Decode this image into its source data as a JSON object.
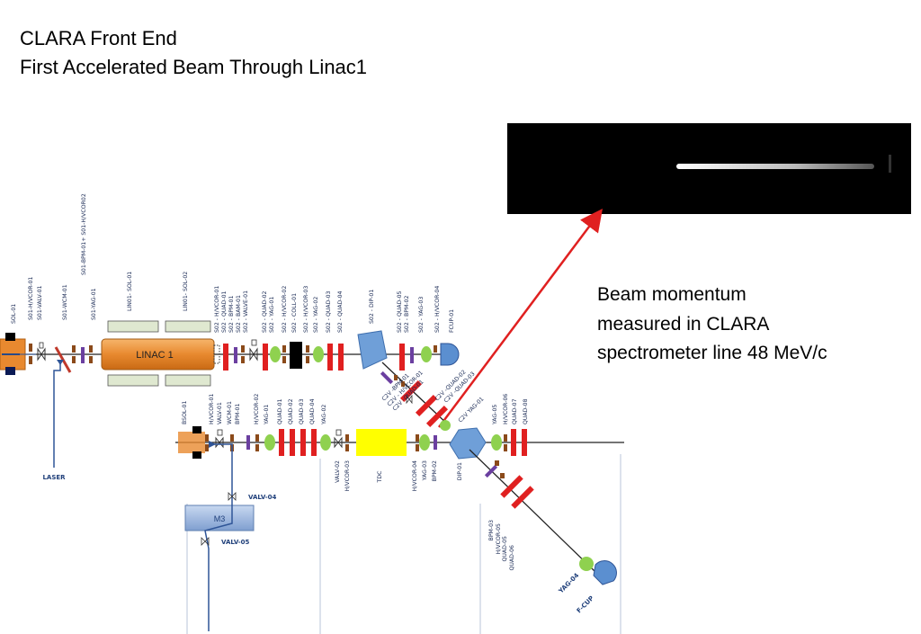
{
  "header": {
    "title": "CLARA Front End",
    "subtitle": "First Accelerated  Beam Through Linac1"
  },
  "annotation": {
    "line1": "Beam momentum",
    "line2": "measured  in CLARA",
    "line3": "spectrometer line 48 MeV/c"
  },
  "diagram": {
    "linac_label": "LINAC 1",
    "tdc_label": "TDC",
    "m3_label": "M3",
    "laser_label": "LASER",
    "valv04_label": "VALV-04",
    "valv05_label": "VALV-05",
    "yag04_label": "YAG-04",
    "fcup_label": "F-CUP",
    "upper_labels": [
      "SOL-01",
      "S01-H/VCOR-01",
      "S01-VALV-01",
      "S01-WCM-01",
      "S01-BPM-01+ S01-H/VCOR02",
      "S01-YAG-01",
      "LIN01- SOL-01",
      "LIN01- SOL-02",
      "S02 - H/VCOR-01",
      "S02 - QUAD-01",
      "S02 - BPM-01",
      "S02 - BAM-01",
      "S02 - VALVE-01",
      "S02 - QUAD-02",
      "S02 - YAG-01",
      "S02 - H/VCOR-02",
      "S02 - COLL-01",
      "S02 - H/VCOR-03",
      "S02 - YAG-02",
      "S02 - QUAD-03",
      "S02 - QUAD-04",
      "S02 - DIP-01",
      "S02 - QUAD-05",
      "S02 - BPM-02",
      "S02 - YAG-03",
      "S02 - H/VCOR-04",
      "FCUP-01"
    ],
    "c2v_labels": [
      "C2V -BPM-01",
      "C2V - H/VCOR-01",
      "C2V -QUAD-01",
      "C2V -QUAD-02",
      "C2V -QUAD-03",
      "C2V YAG-01"
    ],
    "lower_labels": [
      "BSOL-01",
      "H/VCOR-01",
      "VALV-01",
      "WCM-01",
      "BPM-01",
      "H/VCOR-02",
      "YAG-01",
      "QUAD-01",
      "QUAD-02",
      "QUAD-03",
      "QUAD-04",
      "YAG-02"
    ],
    "lower_right_labels": [
      "YAG-05",
      "H/VCOR-06",
      "QUAD-07",
      "QUAD-08"
    ],
    "below_labels": [
      "VALV-02",
      "H/VCOR-03",
      "H/VCOR-04",
      "YAG-03",
      "BPM-02",
      "DIP-01",
      "BPM-03",
      "H/VCOR-05",
      "QUAD-05",
      "QUAD-06"
    ]
  },
  "colors": {
    "linac": "#e8892f",
    "quad": "#e02020",
    "yag": "#8fd14f",
    "tdc": "#ffff00",
    "dipole": "#6f9fd8",
    "arrow": "#e02020",
    "beamline": "#222222",
    "laser_line": "#2f5597"
  }
}
